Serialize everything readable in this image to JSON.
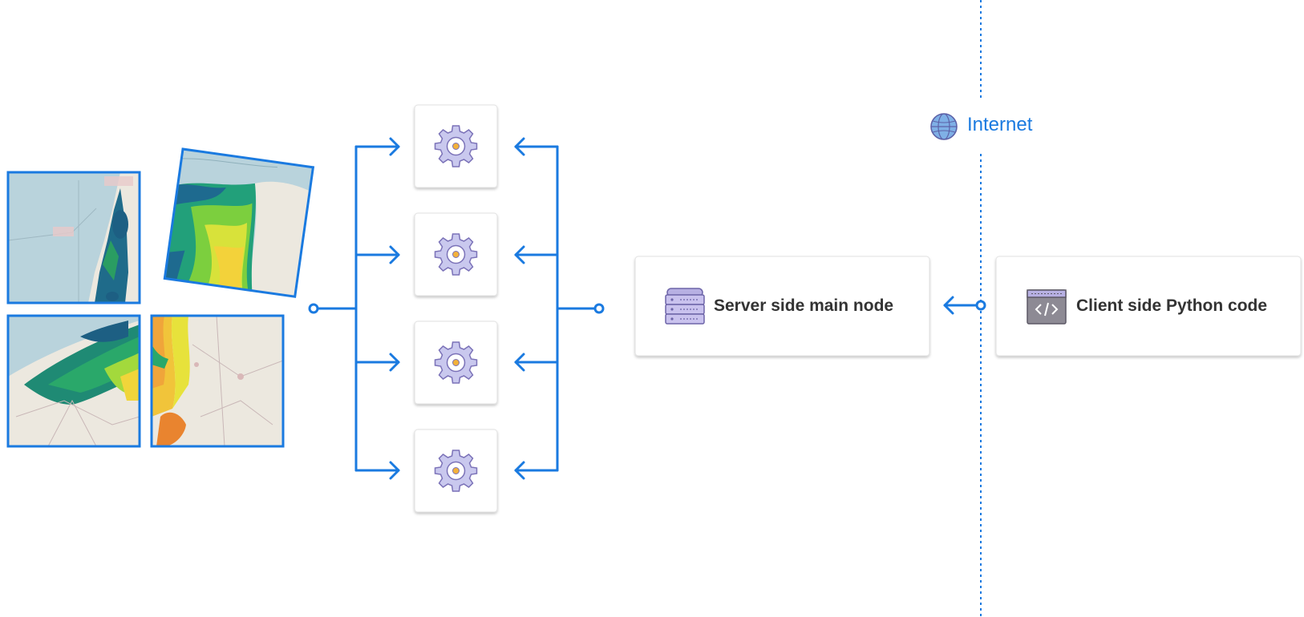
{
  "diagram": {
    "colors": {
      "accent": "#1a7ae0",
      "card_border": "#d0d0d0",
      "gear_fill": "#c9c8ee",
      "gear_stroke": "#7b72b8",
      "gear_center": "#f2b13a",
      "icon_purple": "#9a8fd1",
      "map_water": "#b9d3dc",
      "map_land": "#ece8df"
    },
    "map_tiles": [
      {
        "name": "tile-top-left"
      },
      {
        "name": "tile-top-right-rotated"
      },
      {
        "name": "tile-bottom-left"
      },
      {
        "name": "tile-bottom-right"
      }
    ],
    "workers": [
      {
        "icon": "gear-icon"
      },
      {
        "icon": "gear-icon"
      },
      {
        "icon": "gear-icon"
      },
      {
        "icon": "gear-icon"
      }
    ],
    "server_node": {
      "label": "Server side main node",
      "icon": "server-rack-icon"
    },
    "client_node": {
      "label": "Client side Python code",
      "icon": "code-window-icon"
    },
    "internet": {
      "label": "Internet",
      "icon": "globe-icon"
    }
  }
}
